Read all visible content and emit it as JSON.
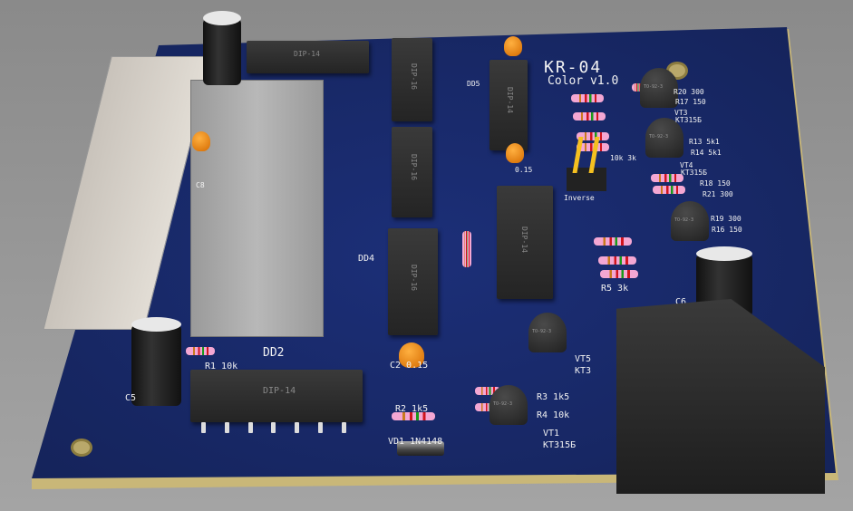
{
  "board": {
    "title": "KR-04",
    "subtitle": "Color v1.0"
  },
  "chips": {
    "dip14": "DIP-14",
    "dip16": "DIP-16",
    "to92": "TO-92-3"
  },
  "refs": {
    "dd2": "DD2",
    "dd4": "DD4",
    "dd5": "DD5",
    "c5": "C5",
    "c6": "C6",
    "c8": "C8",
    "c2": "C2 0.15",
    "c_mid": "0.15",
    "r1": "R1 10k",
    "r2": "R2 1k5",
    "r3": "R3 1k5",
    "r4": "R4 10k",
    "r5": "R5 3k",
    "r13": "R13 5k1",
    "r14": "R14 5k1",
    "r16": "R16 150",
    "r17": "R17 150",
    "r18": "R18 150",
    "r19": "R19 300",
    "r20": "R20 300",
    "r21": "R21 300",
    "r_jump": "10k 3k",
    "vd1": "VD1 1N4148",
    "vt1": "VT1",
    "vt1_type": "KT315Б",
    "vt3": "VT3",
    "vt3_type": "KT315Б",
    "vt4": "VT4",
    "vt4_type": "KT315Б",
    "vt5": "VT5",
    "vt5_type": "KT3",
    "inverse": "Inverse"
  }
}
